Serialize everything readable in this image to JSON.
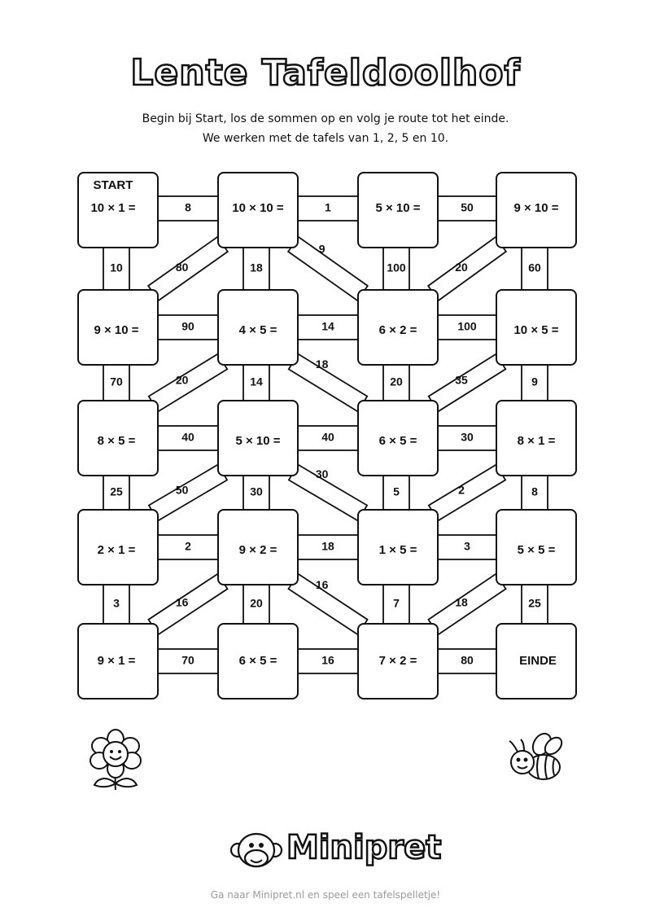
{
  "page": {
    "title": "Lente Tafeldoolhof",
    "instruction_line1": "Begin bij Start, los de sommen op en volg je route tot het einde.",
    "instruction_line2": "We werken met de tafels van 1, 2, 5 en 10.",
    "brand": "Minipret",
    "footer": "Ga naar Minipret.nl en speel een tafelspelletje!"
  },
  "maze": {
    "start_label": "START",
    "end_label": "EINDE",
    "rows": [
      [
        "10 × 1 =",
        "10 × 10 =",
        "5 × 10 =",
        "9 × 10 ="
      ],
      [
        "9 × 10 =",
        "4 × 5 =",
        "6 × 2 =",
        "10 × 5 ="
      ],
      [
        "8 × 5 =",
        "5 × 10 =",
        "6 × 5 =",
        "8 × 1 ="
      ],
      [
        "2 × 1 =",
        "9 × 2 =",
        "1 × 5 =",
        "5 × 5 ="
      ],
      [
        "9 × 1 =",
        "6 × 5 =",
        "7 × 2 =",
        ""
      ]
    ],
    "horizontal": [
      [
        "8",
        "1",
        "50"
      ],
      [
        "90",
        "14",
        "100"
      ],
      [
        "40",
        "40",
        "30"
      ],
      [
        "2",
        "18",
        "3"
      ],
      [
        "70",
        "16",
        "80"
      ]
    ],
    "vertical": [
      [
        "10",
        "18",
        "100",
        "60"
      ],
      [
        "70",
        "14",
        "20",
        "9"
      ],
      [
        "25",
        "30",
        "5",
        "8"
      ],
      [
        "3",
        "20",
        "7",
        "25"
      ]
    ],
    "diagonal": [
      [
        [
          "80",
          "up"
        ],
        [
          "9",
          "down"
        ],
        [
          "20",
          "up"
        ]
      ],
      [
        [
          "20",
          "up"
        ],
        [
          "18",
          "down"
        ],
        [
          "35",
          "up"
        ]
      ],
      [
        [
          "50",
          "up"
        ],
        [
          "30",
          "down"
        ],
        [
          "2",
          "up"
        ]
      ],
      [
        [
          "16",
          "up"
        ],
        [
          "16",
          "down"
        ],
        [
          "18",
          "up"
        ]
      ]
    ]
  },
  "decor": {
    "left_icon": "flower-icon",
    "right_icon": "bee-icon",
    "logo_icon": "monkey-logo-icon"
  }
}
